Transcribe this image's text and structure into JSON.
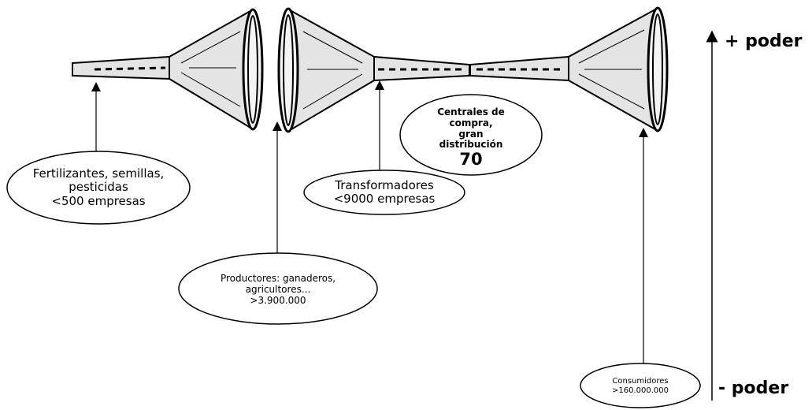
{
  "labels": {
    "inputs": {
      "line1": "Fertilizantes, semillas,",
      "line2": "pesticidas",
      "line3": "<500 empresas"
    },
    "producers": {
      "line1": "Productores: ganaderos,",
      "line2": "agricultores...",
      "line3": ">3.900.000"
    },
    "processors": {
      "line1": "Transformadores",
      "line2": "<9000 empresas"
    },
    "retail": {
      "line1": "Centrales de",
      "line2": "compra,",
      "line3": "gran",
      "line4": "distribución",
      "count": "70"
    },
    "consumers": {
      "line1": "Consumidores",
      "line2": ">160.000.000"
    }
  },
  "power_scale": {
    "top": "+ poder",
    "bottom": "- poder"
  },
  "colors": {
    "funnel_fill": "#e4e4e4",
    "stroke": "#000000",
    "background": "#ffffff"
  }
}
